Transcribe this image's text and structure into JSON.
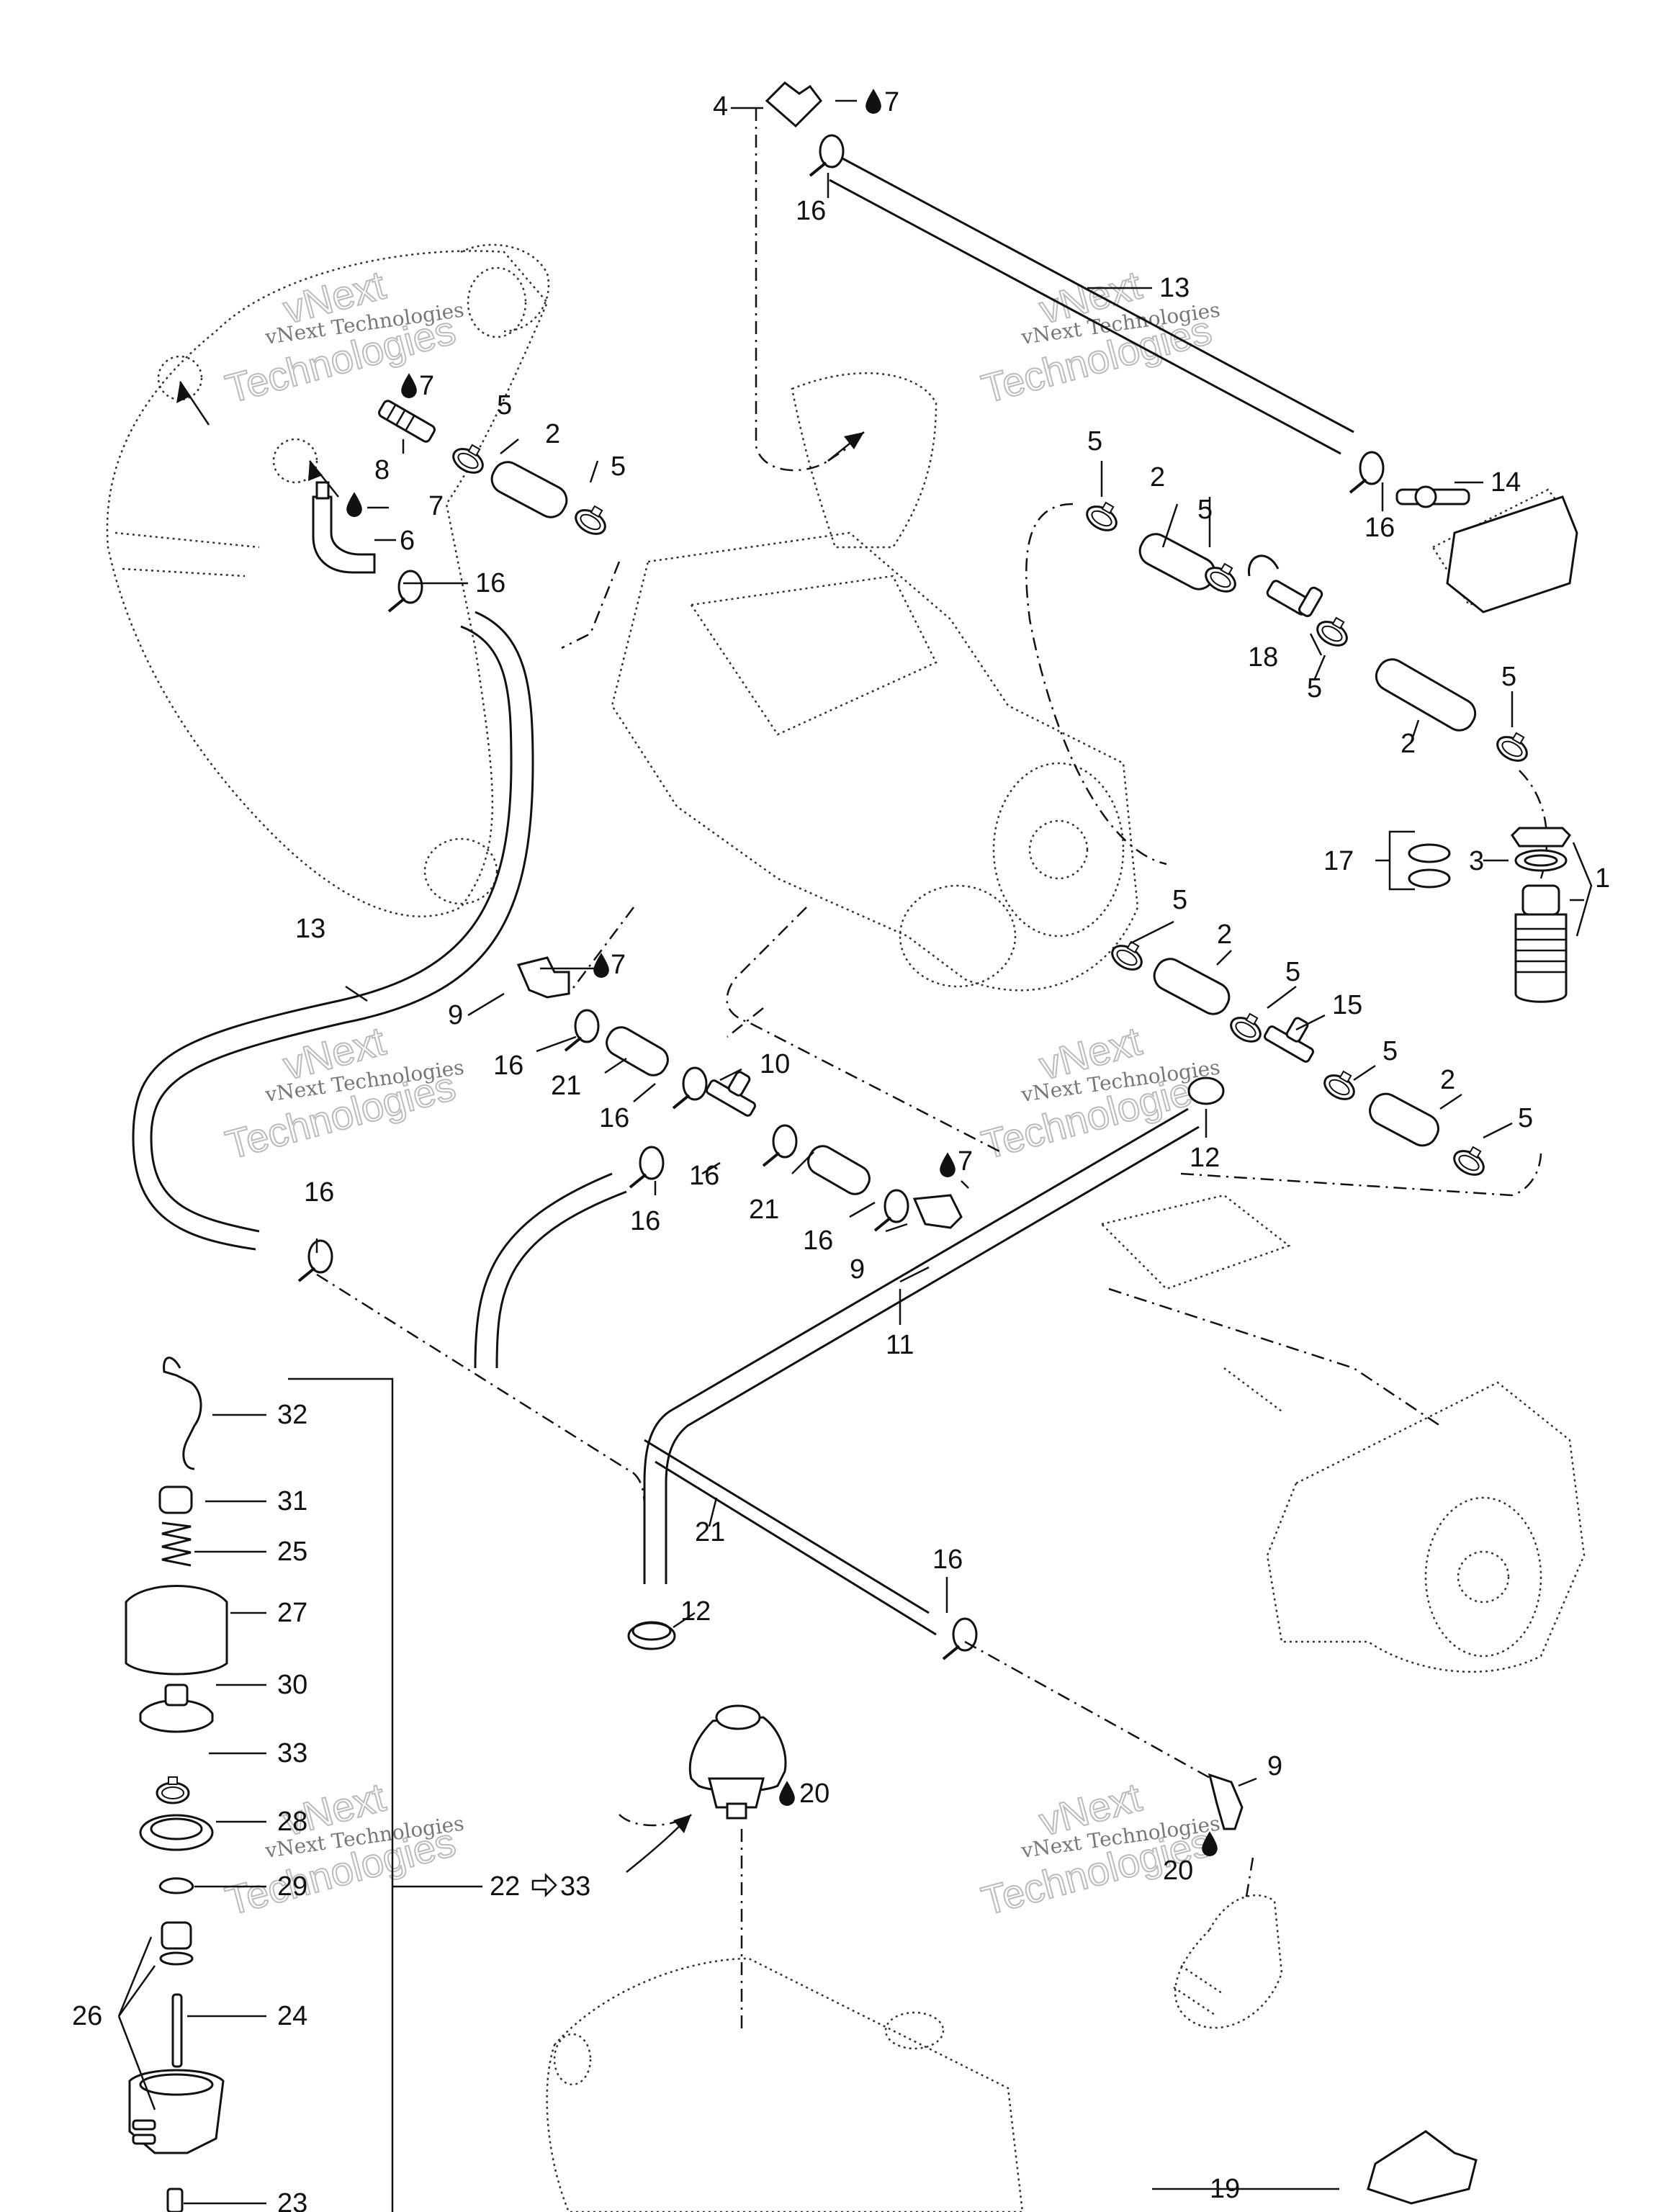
{
  "watermark": {
    "line1": "vNext Technologies",
    "big_a": "vNext",
    "big_b": "Technologies"
  },
  "callouts": {
    "c4": "4",
    "c7": "7",
    "c16": "16",
    "c13": "13",
    "c14": "14",
    "c8": "8",
    "c5": "5",
    "c2": "2",
    "c6": "6",
    "c18": "18",
    "c17": "17",
    "c3": "3",
    "c1": "1",
    "c9": "9",
    "c21": "21",
    "c10": "10",
    "c15": "15",
    "c12": "12",
    "c11": "11",
    "c32": "32",
    "c31": "31",
    "c25": "25",
    "c27": "27",
    "c30": "30",
    "c33": "33",
    "c28": "28",
    "c29": "29",
    "c26": "26",
    "c24": "24",
    "c23": "23",
    "c20": "20",
    "c22": "22",
    "c19": "19"
  },
  "range_label": {
    "from": "22",
    "to": "33"
  },
  "icons": [
    "oil-drop-icon",
    "direction-arrow-icon"
  ]
}
